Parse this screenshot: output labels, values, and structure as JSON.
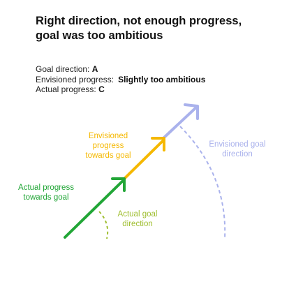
{
  "title": "Right direction, not enough progress, goal was too ambitious",
  "info": {
    "goal_direction_label": "Goal direction:",
    "goal_direction_value": "A",
    "envisioned_progress_label": "Envisioned progress:",
    "envisioned_progress_value": "Slightly too ambitious",
    "actual_progress_label": "Actual progress:",
    "actual_progress_value": "C"
  },
  "labels": {
    "envisioned_progress": "Envisioned progress towards goal",
    "actual_progress": "Actual progress towards goal",
    "actual_goal_direction": "Actual goal direction",
    "envisioned_goal_direction": "Envisioned goal direction"
  },
  "colors": {
    "actual": "#22a637",
    "envisioned": "#f5b800",
    "envisioned_goal": "#aab2ec",
    "actual_goal": "#9fbe2f"
  }
}
